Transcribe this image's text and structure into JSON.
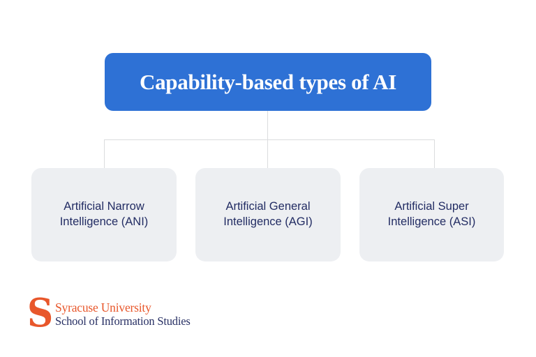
{
  "diagram": {
    "title": "Capability-based types of AI",
    "nodes": [
      {
        "id": "ani",
        "label": "Artificial Narrow Intelligence (ANI)"
      },
      {
        "id": "agi",
        "label": "Artificial General Intelligence (AGI)"
      },
      {
        "id": "asi",
        "label": "Artificial Super Intelligence (ASI)"
      }
    ]
  },
  "footer": {
    "logo_letter": "S",
    "org_name": "Syracuse University",
    "org_unit": "School of Information Studies"
  },
  "colors": {
    "header_bg": "#2E71D5",
    "header_text": "#FFFFFF",
    "node_bg": "#EDEFF2",
    "node_text": "#222C63",
    "connector": "#DBDCDE",
    "brand_orange": "#E8572B",
    "brand_navy": "#283064",
    "background": "#FFFFFF"
  }
}
